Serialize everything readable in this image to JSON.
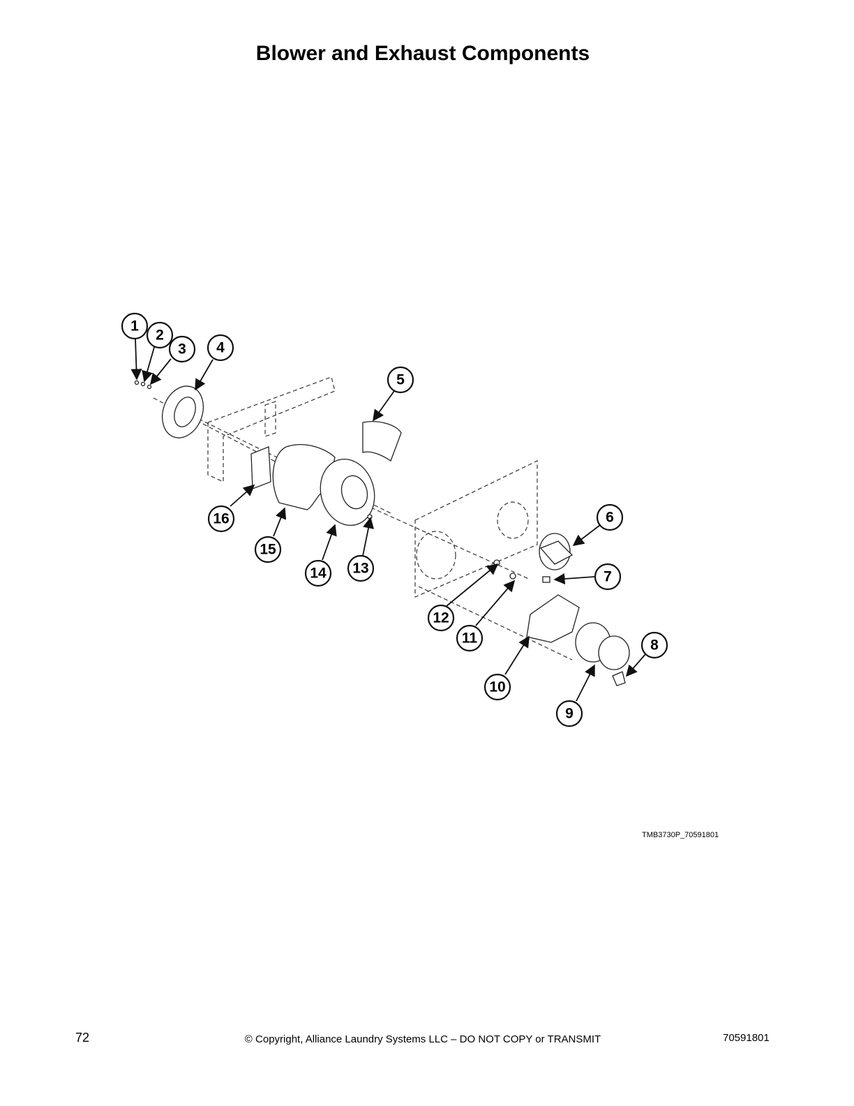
{
  "title": "Blower and Exhaust Components",
  "callouts": [
    "1",
    "2",
    "3",
    "4",
    "5",
    "6",
    "7",
    "8",
    "9",
    "10",
    "11",
    "12",
    "13",
    "14",
    "15",
    "16"
  ],
  "figure_code": "TMB3730P_70591801",
  "footer": {
    "page_number": "72",
    "copyright": "© Copyright, Alliance Laundry Systems LLC – DO NOT COPY or TRANSMIT",
    "doc_number": "70591801"
  }
}
